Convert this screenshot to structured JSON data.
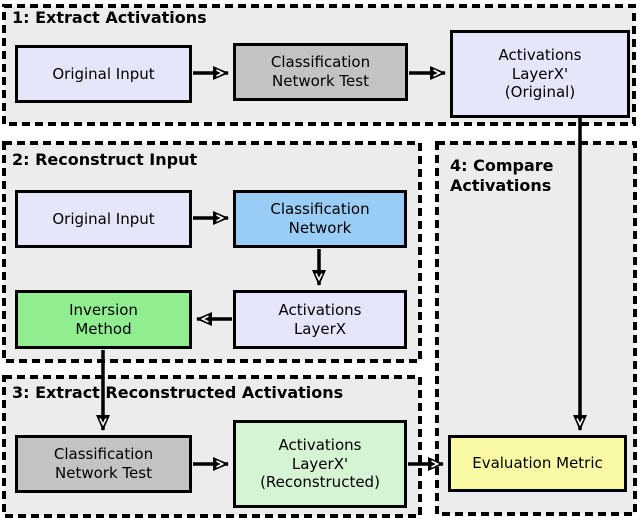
{
  "diagram": {
    "sections": [
      {
        "id": "s1",
        "title": "1: Extract Activations"
      },
      {
        "id": "s2",
        "title": "2: Reconstruct Input"
      },
      {
        "id": "s3",
        "title": "3: Extract Reconstructed Activations"
      },
      {
        "id": "s4",
        "title": "4: Compare\nActivations"
      }
    ],
    "boxes": {
      "s1_original_input": {
        "label": "Original Input",
        "fill": "#e6e6fa"
      },
      "s1_classification_net_test": {
        "label": "Classification\nNetwork Test",
        "fill": "#c3c3c3"
      },
      "s1_activations_original": {
        "label": "Activations\nLayerX'\n(Original)",
        "fill": "#e6e6fa"
      },
      "s2_original_input": {
        "label": "Original Input",
        "fill": "#e6e6fa"
      },
      "s2_classification_network": {
        "label": "Classification\nNetwork",
        "fill": "#9acdf6"
      },
      "s2_inversion_method": {
        "label": "Inversion\nMethod",
        "fill": "#90ee90"
      },
      "s2_activations_layerx": {
        "label": "Activations\nLayerX",
        "fill": "#e6e6fa"
      },
      "s3_classification_net_test": {
        "label": "Classification\nNetwork Test",
        "fill": "#c3c3c3"
      },
      "s3_activations_reconstructed": {
        "label": "Activations\nLayerX'\n(Reconstructed)",
        "fill": "#d4f4d4"
      },
      "s4_evaluation_metric": {
        "label": "Evaluation Metric",
        "fill": "#fafaa5"
      }
    },
    "colors": {
      "section_background": "#ececec",
      "border": "#000000",
      "page_background": "#ffffff"
    }
  }
}
